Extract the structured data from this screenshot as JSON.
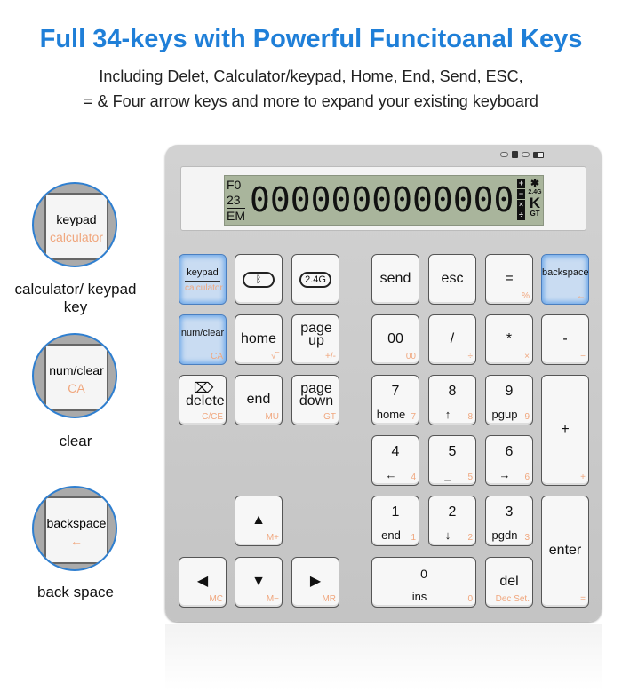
{
  "header": {
    "title": "Full 34-keys with Powerful Funcitoanal Keys",
    "line1": "Including Delet, Calculator/keypad, Home, End, Send, ESC,",
    "line2": "= & Four arrow keys and more to expand your existing keyboard"
  },
  "lcd": {
    "left": [
      "F0",
      "23",
      "EM"
    ],
    "digits": "0000000000000",
    "ops": [
      "+",
      "−",
      "×",
      "÷"
    ],
    "bt": "✱",
    "band": "2.4G",
    "k": "K",
    "gt": "GT"
  },
  "keys": [
    {
      "id": "keypad",
      "main": "keypad",
      "orange": "calculator",
      "hl": true
    },
    {
      "id": "bluetooth",
      "main": "ᛒ"
    },
    {
      "id": "2g4",
      "main": "2.4G"
    },
    {
      "id": "send",
      "main": "send"
    },
    {
      "id": "esc",
      "main": "esc"
    },
    {
      "id": "equals",
      "main": "=",
      "orange": "%"
    },
    {
      "id": "backspace",
      "main": "backspace",
      "orange": "←",
      "hl": true
    },
    {
      "id": "numclear",
      "main": "num/clear",
      "orange": "CA",
      "hl": true
    },
    {
      "id": "home",
      "main": "home",
      "orange": "√‾"
    },
    {
      "id": "pageup",
      "main": "page up",
      "orange": "+/-"
    },
    {
      "id": "00",
      "main": "00",
      "orange": "00"
    },
    {
      "id": "slash",
      "main": "/",
      "orange": "÷"
    },
    {
      "id": "star",
      "main": "*",
      "orange": "×"
    },
    {
      "id": "minus",
      "main": "-",
      "orange": "−"
    },
    {
      "id": "delete",
      "main": "⌦ delete",
      "orange": "C/CE"
    },
    {
      "id": "end",
      "main": "end",
      "orange": "MU"
    },
    {
      "id": "pagedown",
      "main": "page down",
      "orange": "GT"
    },
    {
      "id": "7",
      "main": "7",
      "sub": "home",
      "orange": "7"
    },
    {
      "id": "8",
      "main": "8",
      "sub": "↑",
      "orange": "8"
    },
    {
      "id": "9",
      "main": "9",
      "sub": "pgup",
      "orange": "9"
    },
    {
      "id": "plus",
      "main": "+",
      "orange": "+"
    },
    {
      "id": "4",
      "main": "4",
      "sub": "←",
      "orange": "4"
    },
    {
      "id": "5",
      "main": "5",
      "sub": "_",
      "orange": "5"
    },
    {
      "id": "6",
      "main": "6",
      "sub": "→",
      "orange": "6"
    },
    {
      "id": "up",
      "main": "▲",
      "orange": "M+"
    },
    {
      "id": "1",
      "main": "1",
      "sub": "end",
      "orange": "1"
    },
    {
      "id": "2",
      "main": "2",
      "sub": "↓",
      "orange": "2"
    },
    {
      "id": "3",
      "main": "3",
      "sub": "pgdn",
      "orange": "3"
    },
    {
      "id": "enter",
      "main": "enter",
      "orange": "="
    },
    {
      "id": "left",
      "main": "◀",
      "orange": "MC"
    },
    {
      "id": "down",
      "main": "▼",
      "orange": "M−"
    },
    {
      "id": "right",
      "main": "▶",
      "orange": "MR"
    },
    {
      "id": "0",
      "main": "0",
      "sub": "ins",
      "orange": "0"
    },
    {
      "id": "del",
      "main": "del",
      "orange": "Dec Set."
    }
  ],
  "callouts": [
    {
      "main": "keypad",
      "orange": "calculator",
      "label": "calculator/ keypad key"
    },
    {
      "main": "num/clear",
      "orange": "CA",
      "label": "clear"
    },
    {
      "main": "backspace",
      "orange": "←",
      "label": "back space"
    }
  ]
}
